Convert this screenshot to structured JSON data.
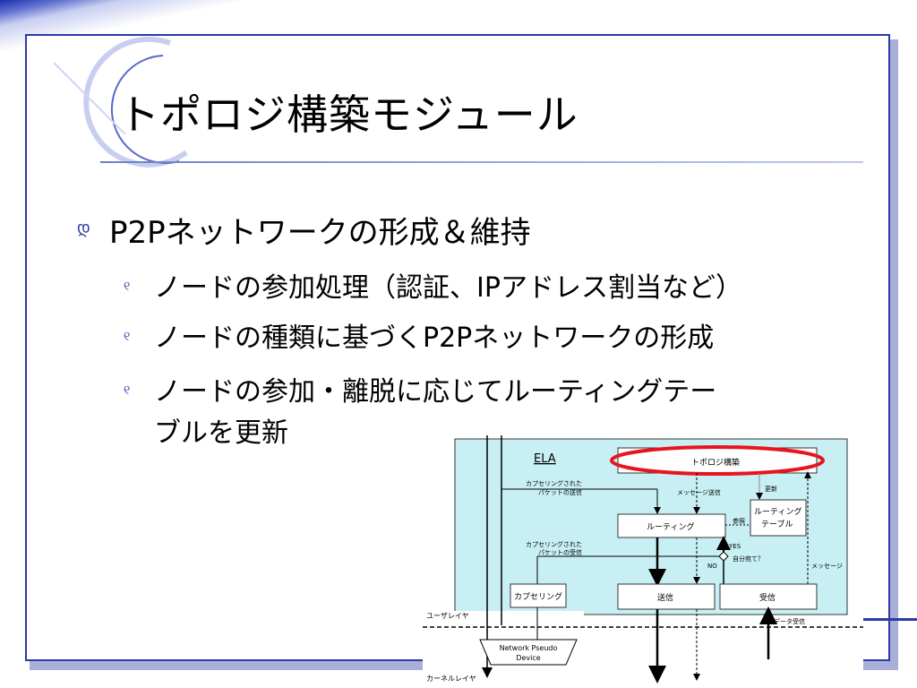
{
  "slide": {
    "title": "トポロジ構築モジュール",
    "bullet1": "P2Pネットワークの形成＆維持",
    "sub_bullets": [
      "ノードの参加処理（認証、IPアドレス割当など）",
      "ノードの種類に基づくP2Pネットワークの形成",
      "ノードの参加・離脱に応じてルーティングテー",
      "ブルを更新"
    ]
  },
  "figure": {
    "ela_label": "ELA",
    "topology": "トポロジ構築",
    "encap_send": "カプセリングされた\nパケットの送信",
    "msg_send": "メッセージ送信",
    "update": "更新",
    "routing": "ルーティング",
    "routing_table": "ルーティング\nテーブル",
    "ref": "参照",
    "yes": "YES",
    "no": "NO",
    "for_self": "自分宛て？",
    "encap_recv": "カプセリングされた\nパケットの受信",
    "message": "メッセージ",
    "encapsulation": "カプセリング",
    "send": "送信",
    "receive": "受信",
    "user_layer": "ユーザレイヤ",
    "data_recv": "データ受信",
    "network_pseudo": "Network Pseudo\nDevice",
    "kernel_layer": "カーネルレイヤ",
    "highlight_color": "#e8141e",
    "panel_color": "#c8f0f4"
  }
}
